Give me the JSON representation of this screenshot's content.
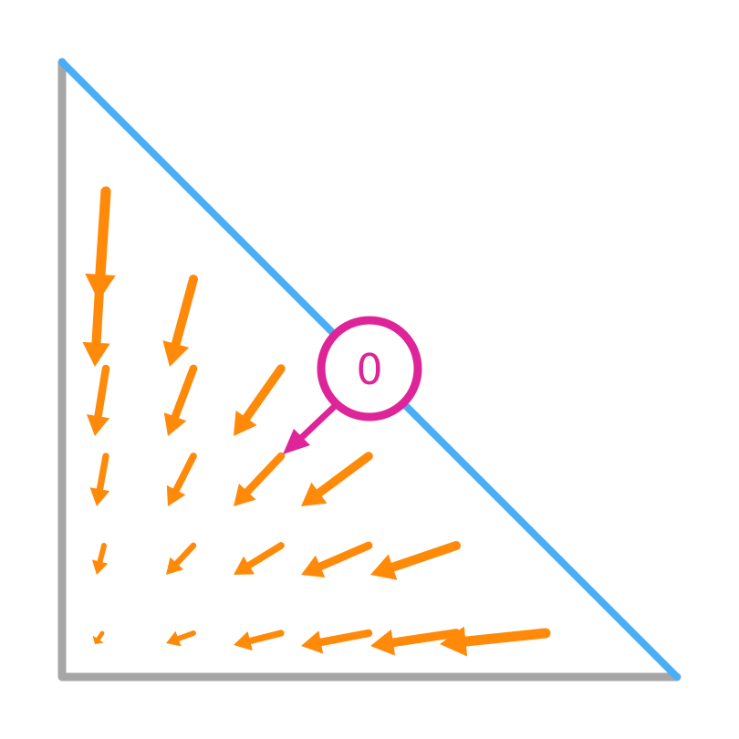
{
  "diagram": {
    "colors": {
      "axes": "#a6a6a6",
      "hypotenuse": "#4aaef6",
      "field_arrow": "#ff8a0a",
      "node": "#de2499",
      "background": "#ffffff"
    },
    "node": {
      "label": "0",
      "icon": "circle-node-with-arrow"
    },
    "field_arrow_count": 21
  }
}
